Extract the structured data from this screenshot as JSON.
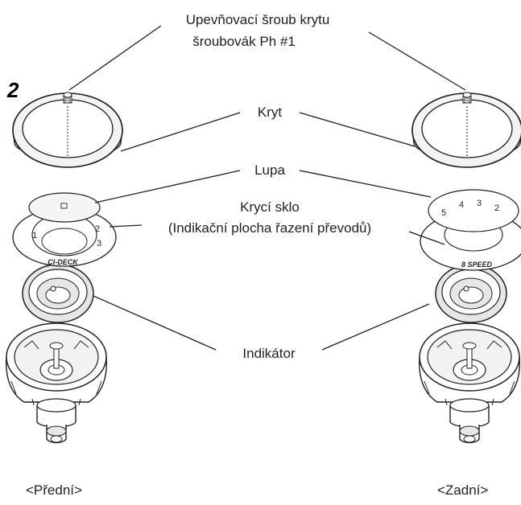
{
  "step_number": "2",
  "labels": {
    "screw_line1": "Upevňovací šroub krytu",
    "screw_line2": "šroubovák Ph #1",
    "cover": "Kryt",
    "lens": "Lupa",
    "glass_line1": "Krycí sklo",
    "glass_line2": "(Indikační plocha řazení převodů)",
    "indicator": "Indikátor",
    "front": "<Přední>",
    "rear": "<Zadní>"
  },
  "plate_marks": {
    "front_brand": "CI-DECK",
    "rear_brand": "SPEED",
    "rear_speed_number": "8",
    "rear_gear_numbers": [
      "5",
      "4",
      "3",
      "2"
    ],
    "front_gear_numbers": [
      "1",
      "2",
      "3"
    ]
  },
  "colors": {
    "line": "#231f20",
    "fill": "#ffffff",
    "shade": "#e6e6e6"
  }
}
